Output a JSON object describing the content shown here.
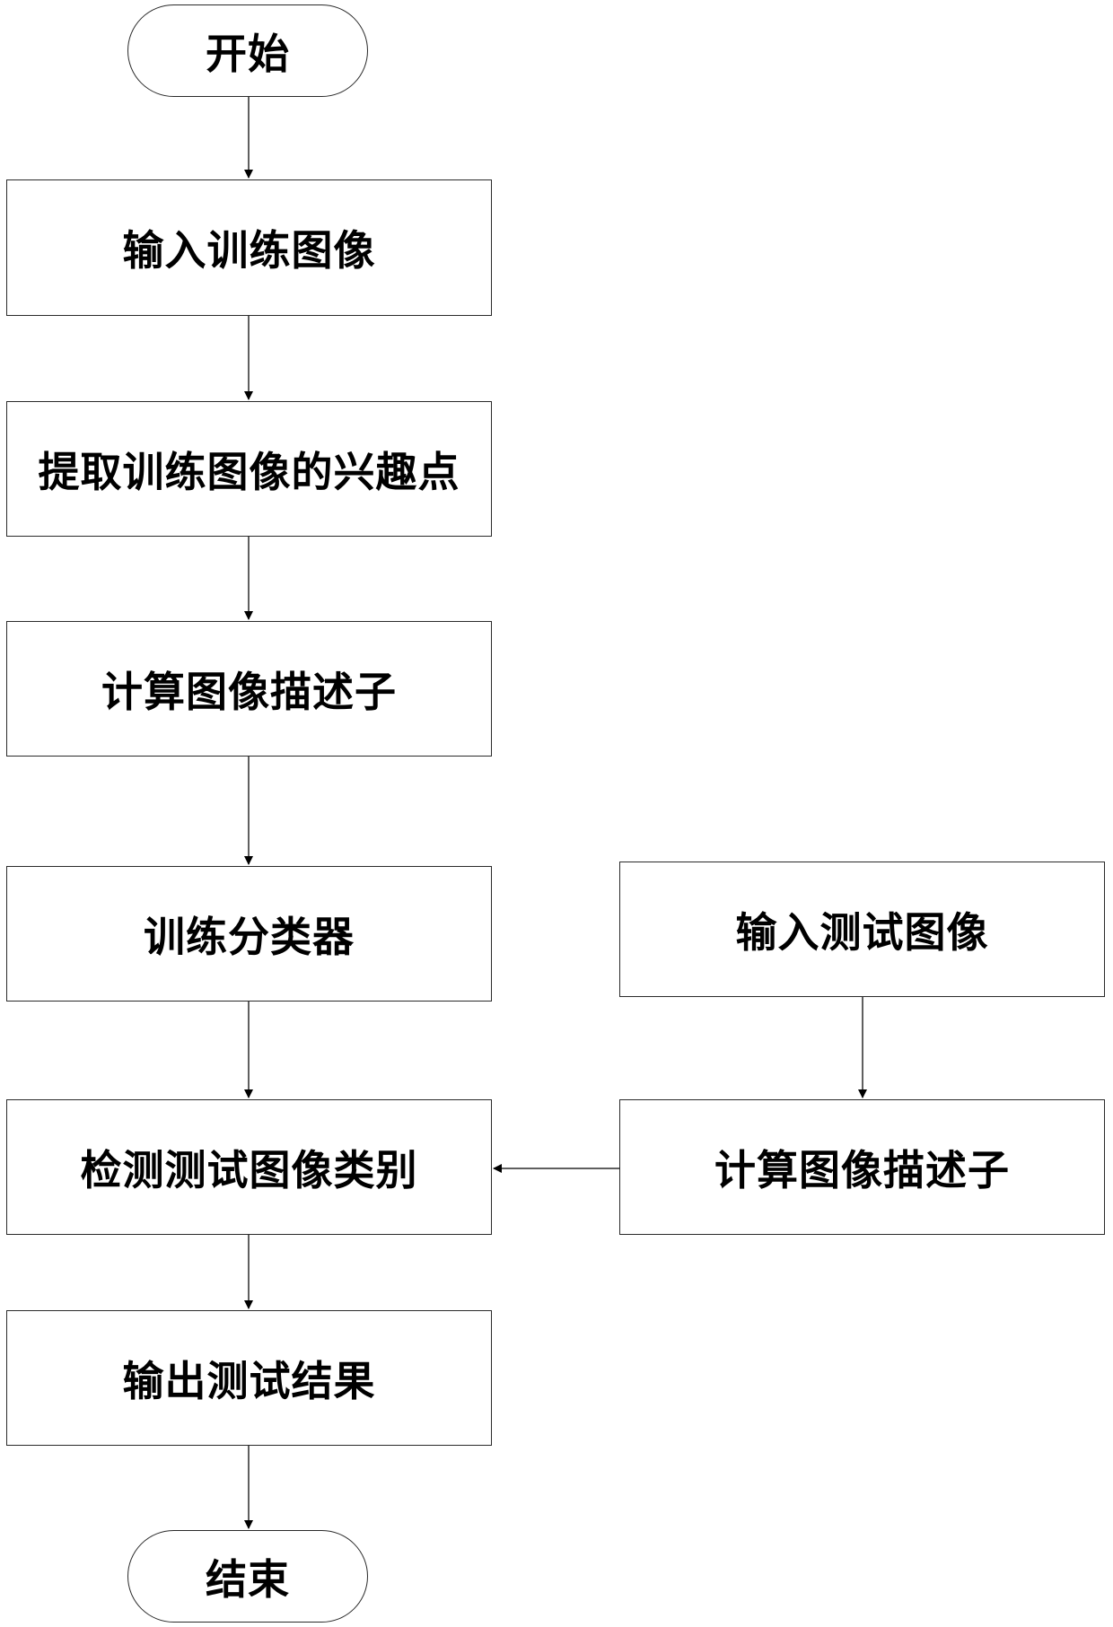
{
  "flowchart": {
    "start_label": "开始",
    "end_label": "结束",
    "steps": [
      "输入训练图像",
      "提取训练图像的兴趣点",
      "计算图像描述子",
      "训练分类器",
      "检测测试图像类别",
      "输出测试结果"
    ],
    "test_branch": [
      "输入测试图像",
      "计算图像描述子"
    ]
  },
  "colors": {
    "stroke": "#2a2a2a",
    "background": "#ffffff",
    "text": "#000000"
  }
}
